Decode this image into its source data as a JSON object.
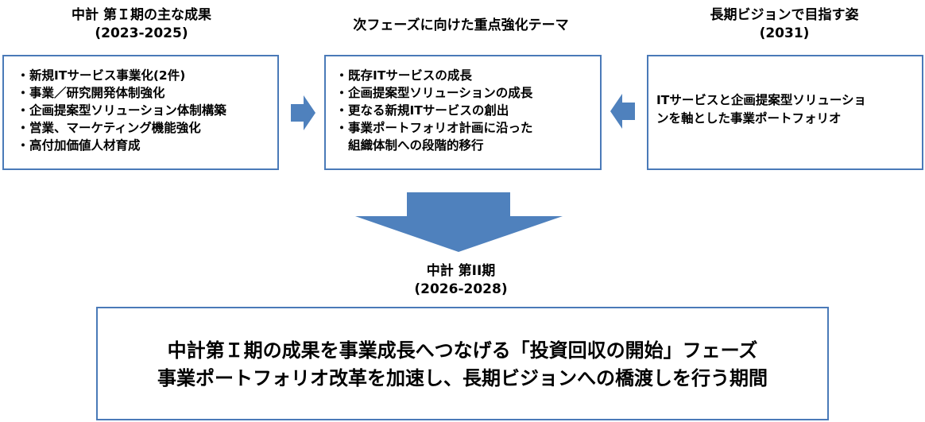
{
  "colors": {
    "box_border": "#4a7ab8",
    "arrow_fill": "#4f81bd"
  },
  "left": {
    "title": "中計 第Ｉ期の主な成果",
    "subtitle": "(2023-2025)",
    "items": [
      "新規ITサービス事業化(2件)",
      "事業／研究開発体制強化",
      "企画提案型ソリューション体制構築",
      "営業、マーケティング機能強化",
      "高付加価値人材育成"
    ]
  },
  "middle": {
    "title": "次フェーズに向けた重点強化テーマ",
    "items": [
      "既存ITサービスの成長",
      "企画提案型ソリューションの成長",
      "更なる新規ITサービスの創出",
      "事業ポートフォリオ計画に沿った",
      "組織体制への段階的移行"
    ]
  },
  "right": {
    "title": "長期ビジョンで目指す姿",
    "subtitle": "(2031)",
    "text_line1": "ITサービスと企画提案型ソリューショ",
    "text_line2": "ンを軸とした事業ポートフォリオ"
  },
  "bottom": {
    "title": "中計 第II期",
    "subtitle": "(2026-2028)",
    "line1": "中計第Ｉ期の成果を事業成長へつなげる「投資回収の開始」フェーズ",
    "line2": "事業ポートフォリオ改革を加速し、長期ビジョンへの橋渡しを行う期間"
  },
  "icons": {
    "left_arrow": "right-arrow",
    "right_arrow": "left-arrow",
    "down_arrow": "down-arrow"
  }
}
